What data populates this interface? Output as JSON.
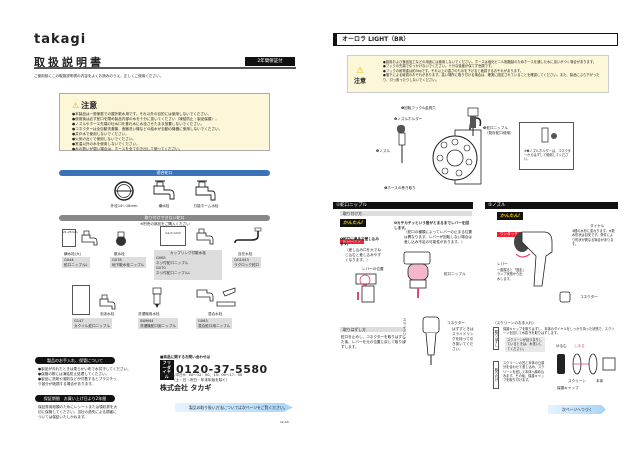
{
  "left_page": {
    "brand": "takagi",
    "title": "取扱説明書",
    "warranty_badge": "2年間保証付",
    "intro": "ご使用前にこの取扱説明書の内容をよくお読みのうえ、正しくご使用ください。",
    "caution": {
      "heading": "注意",
      "items": [
        "●本製品は一般家庭での屋外散水用です。それ以外の目的には使用しないでください。",
        "●使用後は必ず蛇口を閉め製品内部の水を十分に抜いてください（凍結防止・製品保護）。",
        "●ノズルやホース先端の吐水口を垂れ水に水没させたまま放置しないでください。",
        "●コネクターは全自動洗濯機、食器洗い機などの給水が自動の機器に使用しないでください。",
        "●井戸水で使用しないでください。",
        "●火気の近くで使用しないでください。",
        "●常温以外の水を使用しないでください。",
        "●水の勢いが弱い場合は、ホースを全て引き出して使ってください。"
      ]
    },
    "usable_faucets": {
      "heading": "適合蛇口",
      "items": [
        "外径14〜18mm",
        "横水栓",
        "万能ホーム水栓"
      ]
    },
    "unusable_faucets": {
      "heading": "取り付けできない蛇口",
      "note": "※別売の部品をご購入ください",
      "items": [
        {
          "faucet": "横水栓(大)",
          "size_label": "21-25mm",
          "part_no": "G044",
          "part_name": "蛇口ニップルL"
        },
        {
          "faucet": "散水栓",
          "part_no": "G078",
          "part_name": "地下散水栓ニップル"
        },
        {
          "faucet": "カップリング付散水栓",
          "size_label": "G1/2 G3/4",
          "part_no": "G065",
          "part_name": "ネジ付蛇口ニップル",
          "part_no_2": "G070",
          "part_name_2": "ネジ付蛇口ニップルL"
        },
        {
          "faucet": "自在水栓",
          "part_no": "QG1043",
          "part_name": "ラクロック蛇口"
        },
        {
          "faucet": "泡沫水栓",
          "part_no": "G147",
          "part_name": "カクイル蛇口ニップル"
        },
        {
          "faucet": "洗濯機用水栓",
          "part_no": "SWM44",
          "part_name": "洗濯機蛇口用ニップル"
        },
        {
          "faucet": "混合水栓",
          "part_no": "G063",
          "part_name": "混合蛇口用ニップル"
        }
      ]
    },
    "care": {
      "heading": "製品のお手入れ、保管について",
      "items": [
        "●製品が汚れたときは柔らかい布で水拭きしてください。",
        "●保管の際には凍結防止処理してください。",
        "●製品に洗剤や溶剤などが付着するとプラスチック部分が破損する場合があります。"
      ]
    },
    "warranty": {
      "heading": "保証期間　お買い上げ日より2年間",
      "text": "保証書用紙類のためにレシートまたは領収書を大切に保管してください。当社の過失による損害については保証いたしかねます。"
    },
    "contact": {
      "heading": "■商品に関するお問い合わせは",
      "freedial": "フリーダイヤル",
      "phone": "0120-37-5580",
      "hours": "受付時間/平日9：00〜12：00、13：00〜17：00",
      "hours_note": "（土・日・祝日・年末年始を除く）",
      "company": "株式会社 タカギ"
    },
    "next_arrow": "製品の取り扱い方法については次ページをご覧ください。",
    "doc_code": "12-03"
  },
  "right_page": {
    "product_title": "オーロラ LIGHT（BR）",
    "caution": {
      "label": "注意",
      "items": [
        "●飲用および食品加工などの用途には使用しないでください。ホースは塩化ビニル樹脂製のためホースを通した水に臭いがつく場合があります。",
        "●フックの先端で引っかけないでください。十分な強度が保てず危険です。",
        "●フックの耐荷重は約3kgです。それ以上の重さのものを下げると破損するおそれがあります。",
        "●落下による破損のおそれがあります。高い場所に取り付ける場合は、確実に固定されていることを確認してください。また、製品にぶら下がったり、引っ張ったりしないでください。"
      ]
    },
    "diagram_labels": {
      "hook": "❶回転フック&金具穴",
      "nozzle_holder": "❷ノズルホルダー",
      "nozzle": "❸ノズル",
      "hose_outlet": "❹ホースの巻き取り",
      "faucet_nipple": "❺蛇口ニップル",
      "faucet_nipple_note": "（既存蛇口使用）",
      "holder_note": "※❷ノズルホルダーは、コネクターからはずして使用してください。"
    },
    "section1": {
      "heading": "①蛇口ニップル",
      "subheading": "取り付け方",
      "badge": "かんたん!",
      "badge_sub": "蛇口ロック",
      "step1_title": "❶蛇口に奥まで差し込みます。",
      "step1_text": "（差し込み口を大でねじ込むと差し込みやすくなります。）",
      "lever_label": "レバーの位置",
      "step2_title": "❷カチカチッという音がとまるまでレバーを回します。",
      "step2_text": "（蛇口の種類によってレバーの止まる位置は異なります。レバーが回転しない場合は差し込み不足の可能性があります。）",
      "nipple_label": "蛇口ニップル",
      "remove_heading": "取りはずし方",
      "remove_text": "蛇口を止めし、コネクターを取りはずした後、レバーを元の位置に戻して取りはずします。",
      "connector_label": "コネクター",
      "connector_note": "はずすときはスライドリングを持って引き抜いてください。",
      "slide_ring": "スライドリング"
    },
    "section2": {
      "heading": "②ノズル",
      "badge": "かんたん!",
      "badge_sub": "ワンタッチ",
      "dial_label": "ダイヤル",
      "dial_text": "4種の水形に変わります。※散水形状は目安です。条件により形状が異なる場合があります。",
      "lever_label": "レバー",
      "lever_text": "一度握ると「固定」ランプ状態から出水します。",
      "connector_label": "コネクター",
      "screen_heading": "〈スクリーンのお手入れ〉",
      "remove_side": "取りはずし",
      "remove_text": "保護キャップを取りはずし、本体のダイヤルをしっかり持った状態で、スクリーンを回して水抜きを取りはずします。",
      "clog_note": "スクリーンが目づまりしているときは、水洗いしてください。",
      "attach_side": "取り付け",
      "attach_text": "スクリーンの凹と本体の凸部分を合わせて差し込み、スクリーンを回して本体へ締め込みます。その後、保護キャップを取り付けます。",
      "labels": [
        "ゆるむ",
        "しまる",
        "スクリーン",
        "本体",
        "保護キャップ"
      ]
    },
    "next_arrow": "次ページへつづく"
  }
}
